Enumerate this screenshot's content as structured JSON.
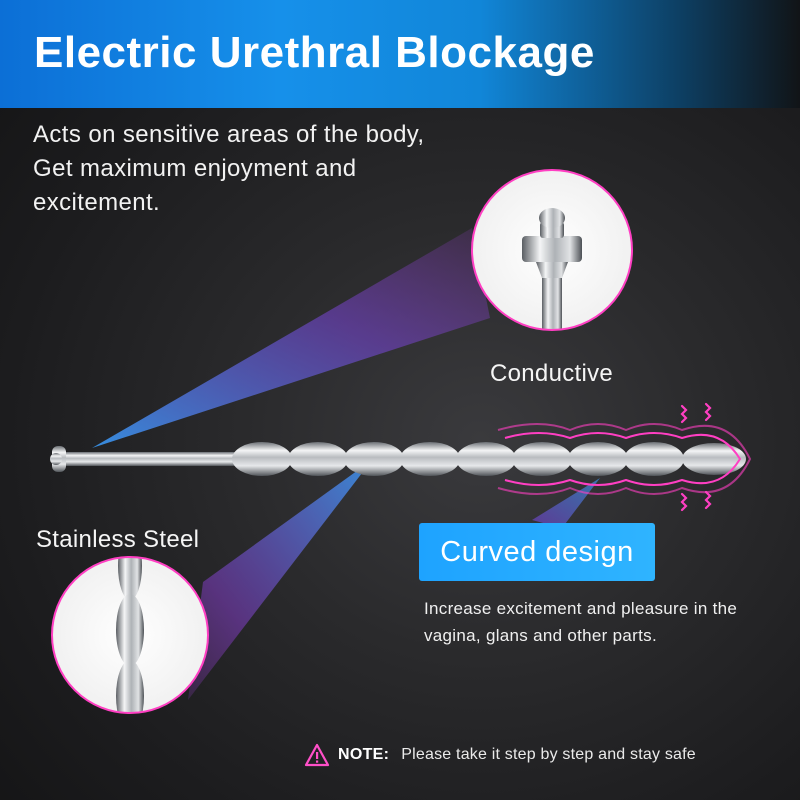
{
  "banner": {
    "title": "Electric Urethral Blockage"
  },
  "intro": {
    "text": "Acts on sensitive areas of the body, Get maximum enjoyment and excitement."
  },
  "callouts": {
    "conductive": "Conductive",
    "steel": "Stainless Steel",
    "curved": "Curved design",
    "curved_desc": "Increase excitement and pleasure in the vagina, glans and other parts."
  },
  "note": {
    "label": "NOTE:",
    "text": "Please take it step by step and stay safe"
  },
  "colors": {
    "banner_blue": "#1690ea",
    "badge_blue": "#1ea3ff",
    "accent_pink": "#ff3fc3",
    "warning_pink": "#ff4fc8"
  },
  "icons": {
    "warning": "warning-triangle-icon",
    "vibration": "vibration-wave-icon"
  }
}
